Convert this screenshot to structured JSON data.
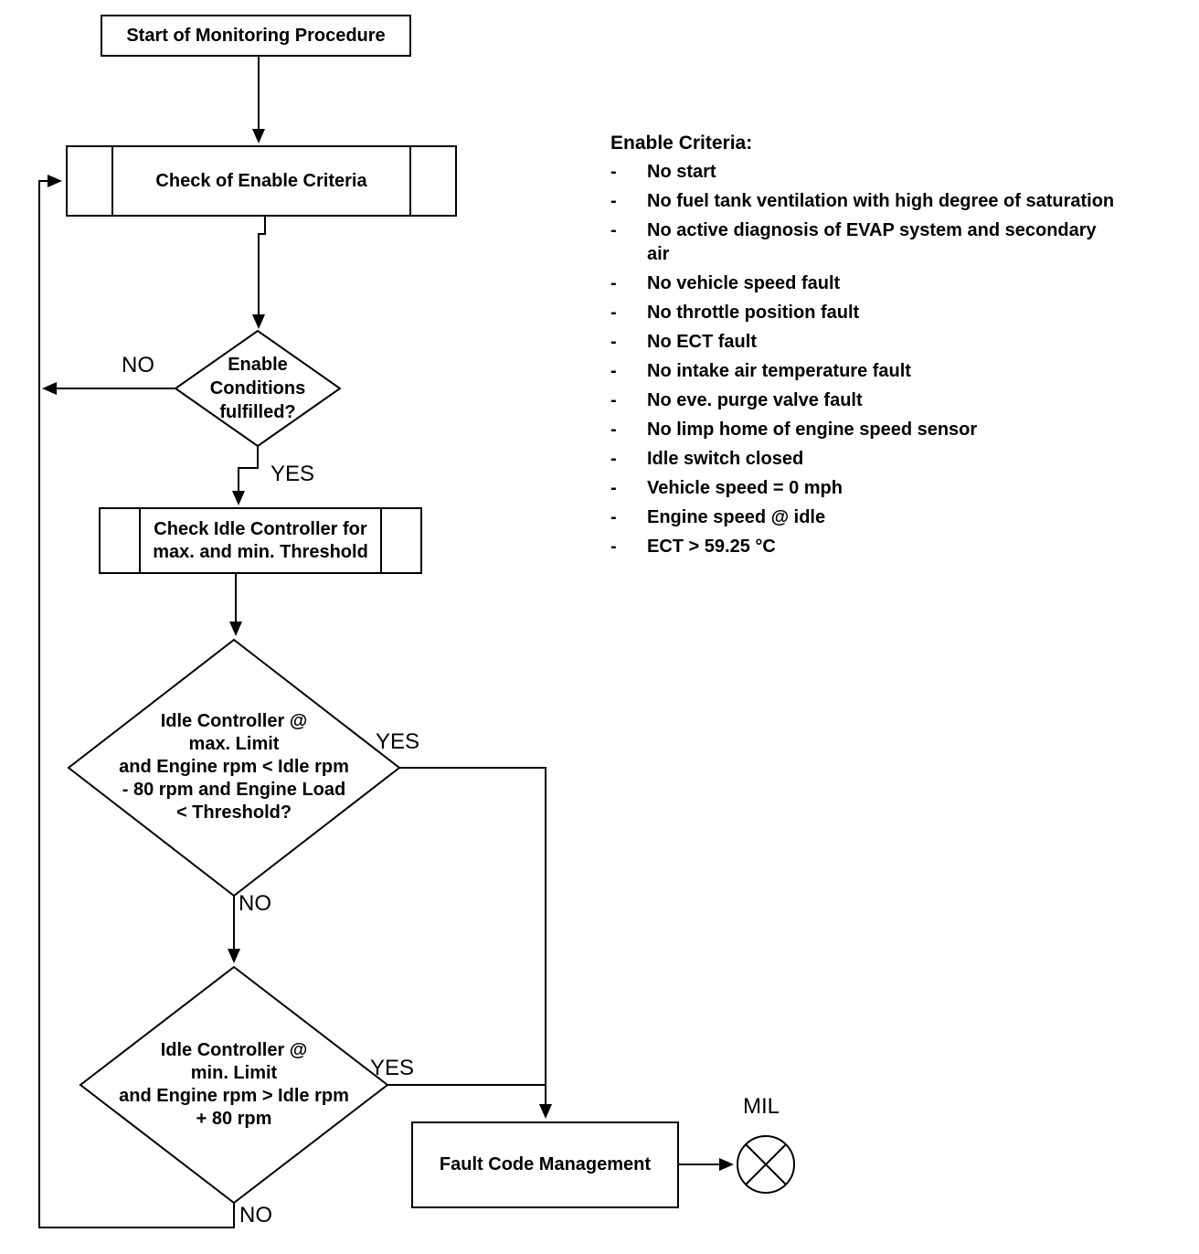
{
  "diagram": {
    "background": "#ffffff",
    "line_color": "#000000",
    "nodes": {
      "start": {
        "label": "Start of Monitoring Procedure"
      },
      "check_enable_criteria": {
        "label": "Check of Enable Criteria"
      },
      "enable_conditions": {
        "label": "Enable\nConditions\nfulfilled?"
      },
      "check_idle_controller": {
        "label": "Check Idle Controller for\nmax. and min. Threshold"
      },
      "idle_max_limit": {
        "label": "Idle Controller @\nmax. Limit\nand Engine rpm < Idle rpm\n- 80 rpm and Engine Load\n< Threshold?"
      },
      "idle_min_limit": {
        "label": "Idle Controller @\nmin. Limit\nand Engine rpm > Idle rpm\n+ 80 rpm"
      },
      "fault_code_management": {
        "label": "Fault Code Management"
      },
      "mil": {
        "label": "MIL"
      }
    },
    "edge_labels": {
      "enable_no": "NO",
      "enable_yes": "YES",
      "max_yes": "YES",
      "max_no": "NO",
      "min_yes": "YES",
      "min_no": "NO"
    }
  },
  "criteria_panel": {
    "title": "Enable Criteria:",
    "bullet": "-",
    "items": [
      "No start",
      "No fuel tank ventilation with high degree of saturation",
      "No active diagnosis of EVAP system and secondary\nair",
      "No vehicle speed fault",
      "No throttle position fault",
      "No ECT fault",
      "No intake air temperature fault",
      "No eve. purge valve fault",
      "No limp home of engine speed sensor",
      "Idle switch closed",
      "Vehicle speed = 0 mph",
      "Engine speed @ idle",
      "ECT > 59.25 °C"
    ]
  }
}
